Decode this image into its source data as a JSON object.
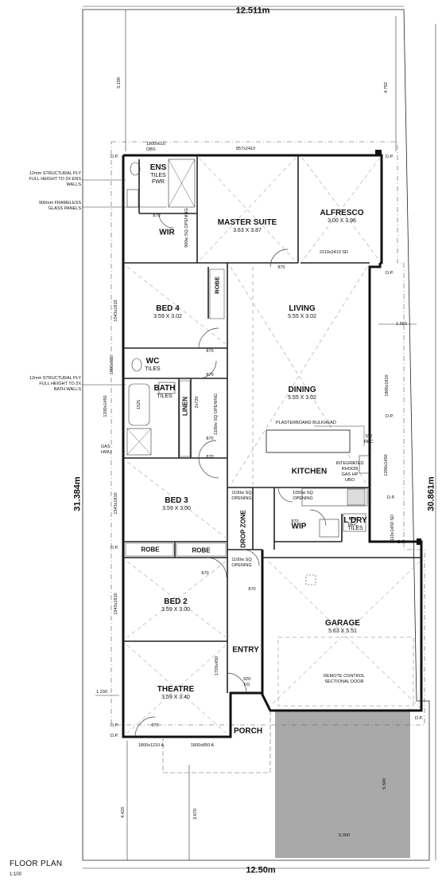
{
  "overall": {
    "top_width": "12.511m",
    "bottom_width": "12.50m",
    "left_length": "31.384m",
    "right_length": "30.861m"
  },
  "setbacks": {
    "top_left": "5.198",
    "top_right": "4.792",
    "right_side": "1.560",
    "left_side": "1.230",
    "bottom_left_a": "4.420",
    "bottom_left_b": "3.670",
    "bottom_right": "5.500",
    "bottom_width": "5.000"
  },
  "rooms": {
    "ens": {
      "name": "ENS",
      "sub": "TILES",
      "extra": "FWR"
    },
    "wir": {
      "name": "WIR"
    },
    "master": {
      "name": "MASTER SUITE",
      "size": "3.63 X 3.87"
    },
    "alfresco": {
      "name": "ALFRESCO",
      "size": "3.00 X 3.96"
    },
    "bed4": {
      "name": "BED 4",
      "size": "3.59 X 3.02"
    },
    "living": {
      "name": "LIVING",
      "size": "5.55 X 3.02"
    },
    "wc": {
      "name": "WC",
      "sub": "TILES"
    },
    "bath": {
      "name": "BATH",
      "sub": "TILES"
    },
    "linen": {
      "name": "LINEN"
    },
    "dining": {
      "name": "DINING",
      "size": "5.55 X 3.02"
    },
    "kitchen": {
      "name": "KITCHEN"
    },
    "bed3": {
      "name": "BED 3",
      "size": "3.59 X 3.00"
    },
    "wip": {
      "name": "WIP"
    },
    "ldry": {
      "name": "L'DRY",
      "sub": "TILES"
    },
    "drop_zone": {
      "name": "DROP ZONE"
    },
    "robe_a": {
      "name": "ROBE"
    },
    "robe_b": {
      "name": "ROBE"
    },
    "robe_bed4": {
      "name": "ROBE"
    },
    "bed2": {
      "name": "BED 2",
      "size": "3.59 X 3.00"
    },
    "garage": {
      "name": "GARAGE",
      "size": "5.63 X 5.51"
    },
    "entry": {
      "name": "ENTRY"
    },
    "theatre": {
      "name": "THEATRE",
      "size": "3.59 X 3.40"
    },
    "porch": {
      "name": "PORCH"
    }
  },
  "notes": {
    "ply3": [
      "12mm STRUCTURAL PLY",
      "FULL HEIGHT TO 3X ENS",
      "WALLS"
    ],
    "glass": [
      "900mm FRAMELESS",
      "GLASS PANELS"
    ],
    "ply2": [
      "12mm STRUCTURAL PLY",
      "FULL HEIGHT TO 2X",
      "BATH WALLS"
    ],
    "bulkhead": "PLASTERBOARD BULKHEAD",
    "rhood": [
      "INTEGRATED",
      "RHOOD",
      "GAS HP",
      "UBO"
    ],
    "remote": [
      "REMOTE CONTROL",
      "SECTIONAL DOOR"
    ],
    "gas_hwu": [
      "GAS",
      "HWU"
    ]
  },
  "openings": {
    "w_ens": "1800x610",
    "obs": "OBS",
    "w_master": "857x2410",
    "sd_alfresco": "2110x2410 SD",
    "sq_wir": "900w SQ OPENING",
    "sq_linen": "1100w SQ OPENING",
    "sq_drop": "1100w SQ OPENING",
    "sq_wip": "1050w SQ OPENING",
    "sq_bed2": "1100w SQ OPENING",
    "w_theatre_a": "1800x1210 A",
    "w_theatre_b": "1800x850 A",
    "sd_ldry": "2110x1450 SD",
    "d_entry": "920",
    "fd": "FD",
    "w_entry_side": "1720x450",
    "w_bed4": "1543x1810",
    "w_wc": "1800x610",
    "w_bath": "1200x1450",
    "w_bed3": "1543x1810",
    "w_bed2": "1543x1810",
    "w_living_side": "1800x1810",
    "w_kitchen_side": "1200x1450",
    "w_linen": "2x720",
    "bath_size": "1525",
    "dp": "D.P.",
    "sw_rec": [
      "SW",
      "REC"
    ],
    "wm_rec": [
      "WM",
      "REC"
    ],
    "door_870": "870"
  },
  "footer": {
    "title": "FLOOR PLAN",
    "scale": "1:100"
  }
}
